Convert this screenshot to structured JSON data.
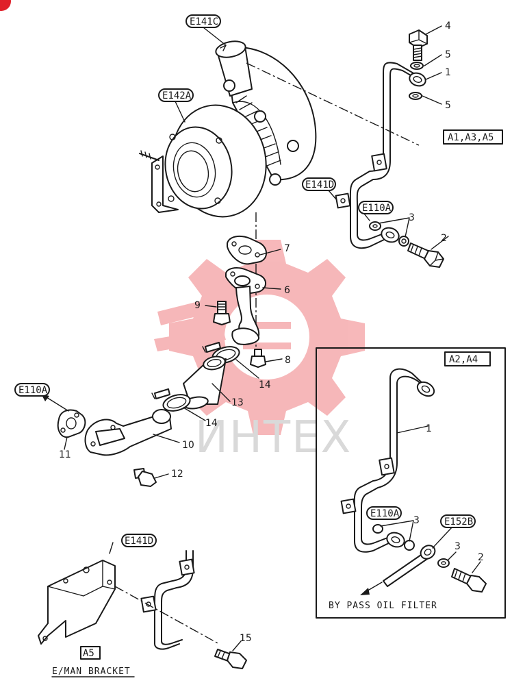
{
  "references": {
    "e141c": "E141C",
    "e142a": "E142A",
    "e141d_top": "E141D",
    "e110a_top": "E110A",
    "e110a_left": "E110A",
    "e110a_inset": "E110A",
    "e152b": "E152B",
    "e141d_bottom": "E141D"
  },
  "variants": {
    "main": "A1,A3,A5",
    "inset": "A2,A4",
    "bracket": "A5"
  },
  "captions": {
    "bypass": "BY PASS OIL FILTER",
    "bracket": "E/MAN BRACKET"
  },
  "part_numbers": {
    "p4": "4",
    "p5a": "5",
    "p1": "1",
    "p5b": "5",
    "p3": "3",
    "p2": "2",
    "p7": "7",
    "p6": "6",
    "p9": "9",
    "p8": "8",
    "p14a": "14",
    "p13": "13",
    "p14b": "14",
    "p10": "10",
    "p11": "11",
    "p12": "12",
    "p1i": "1",
    "p3i": "3",
    "p3i2": "3",
    "p2i": "2",
    "p15": "15"
  },
  "watermark": "ИНТЕХ",
  "colors": {
    "ink": "#1a1a1a",
    "watermark": "#e8343a",
    "corner": "#e0202a"
  }
}
